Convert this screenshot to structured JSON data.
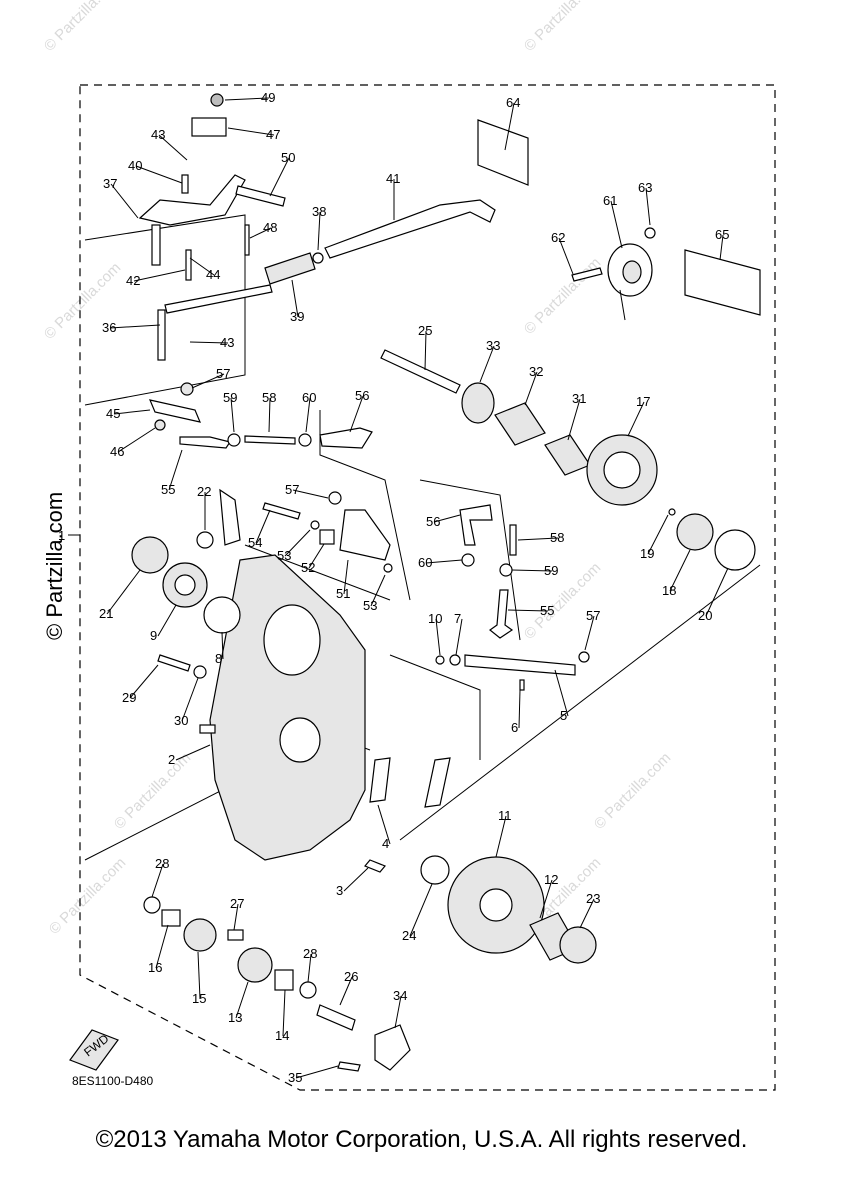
{
  "diagram": {
    "diagram_code": "8ES1100-D480",
    "fwd_label": "FWD",
    "assembly_label": "1",
    "watermark_side": "© Partzilla.com",
    "watermark_faint": "© Partzilla.com",
    "callouts": [
      {
        "id": "c49",
        "text": "49"
      },
      {
        "id": "c47",
        "text": "47"
      },
      {
        "id": "c43a",
        "text": "43"
      },
      {
        "id": "c40",
        "text": "40"
      },
      {
        "id": "c50",
        "text": "50"
      },
      {
        "id": "c37",
        "text": "37"
      },
      {
        "id": "c48",
        "text": "48"
      },
      {
        "id": "c42",
        "text": "42"
      },
      {
        "id": "c44",
        "text": "44"
      },
      {
        "id": "c36",
        "text": "36"
      },
      {
        "id": "c43b",
        "text": "43"
      },
      {
        "id": "c38",
        "text": "38"
      },
      {
        "id": "c39",
        "text": "39"
      },
      {
        "id": "c41",
        "text": "41"
      },
      {
        "id": "c64",
        "text": "64"
      },
      {
        "id": "c61",
        "text": "61"
      },
      {
        "id": "c63",
        "text": "63"
      },
      {
        "id": "c62",
        "text": "62"
      },
      {
        "id": "c65",
        "text": "65"
      },
      {
        "id": "c57a",
        "text": "57"
      },
      {
        "id": "c45",
        "text": "45"
      },
      {
        "id": "c46",
        "text": "46"
      },
      {
        "id": "c59a",
        "text": "59"
      },
      {
        "id": "c58a",
        "text": "58"
      },
      {
        "id": "c60a",
        "text": "60"
      },
      {
        "id": "c56a",
        "text": "56"
      },
      {
        "id": "c55a",
        "text": "55"
      },
      {
        "id": "c25",
        "text": "25"
      },
      {
        "id": "c33",
        "text": "33"
      },
      {
        "id": "c32",
        "text": "32"
      },
      {
        "id": "c31",
        "text": "31"
      },
      {
        "id": "c17",
        "text": "17"
      },
      {
        "id": "c22",
        "text": "22"
      },
      {
        "id": "c57b",
        "text": "57"
      },
      {
        "id": "c54",
        "text": "54"
      },
      {
        "id": "c53a",
        "text": "53"
      },
      {
        "id": "c52",
        "text": "52"
      },
      {
        "id": "c51",
        "text": "51"
      },
      {
        "id": "c53b",
        "text": "53"
      },
      {
        "id": "c56b",
        "text": "56"
      },
      {
        "id": "c58b",
        "text": "58"
      },
      {
        "id": "c60b",
        "text": "60"
      },
      {
        "id": "c59b",
        "text": "59"
      },
      {
        "id": "c55b",
        "text": "55"
      },
      {
        "id": "c19",
        "text": "19"
      },
      {
        "id": "c18",
        "text": "18"
      },
      {
        "id": "c20",
        "text": "20"
      },
      {
        "id": "c21",
        "text": "21"
      },
      {
        "id": "c9",
        "text": "9"
      },
      {
        "id": "c8",
        "text": "8"
      },
      {
        "id": "c10",
        "text": "10"
      },
      {
        "id": "c7",
        "text": "7"
      },
      {
        "id": "c57c",
        "text": "57"
      },
      {
        "id": "c6",
        "text": "6"
      },
      {
        "id": "c5",
        "text": "5"
      },
      {
        "id": "c29",
        "text": "29"
      },
      {
        "id": "c30",
        "text": "30"
      },
      {
        "id": "c2",
        "text": "2"
      },
      {
        "id": "c4",
        "text": "4"
      },
      {
        "id": "c11",
        "text": "11"
      },
      {
        "id": "c3",
        "text": "3"
      },
      {
        "id": "c28a",
        "text": "28"
      },
      {
        "id": "c12",
        "text": "12"
      },
      {
        "id": "c23",
        "text": "23"
      },
      {
        "id": "c24",
        "text": "24"
      },
      {
        "id": "c27",
        "text": "27"
      },
      {
        "id": "c16",
        "text": "16"
      },
      {
        "id": "c15",
        "text": "15"
      },
      {
        "id": "c28b",
        "text": "28"
      },
      {
        "id": "c26",
        "text": "26"
      },
      {
        "id": "c13",
        "text": "13"
      },
      {
        "id": "c14",
        "text": "14"
      },
      {
        "id": "c34",
        "text": "34"
      },
      {
        "id": "c35",
        "text": "35"
      }
    ]
  },
  "footer": {
    "copyright": "©2013 Yamaha Motor Corporation, U.S.A. All rights reserved."
  }
}
